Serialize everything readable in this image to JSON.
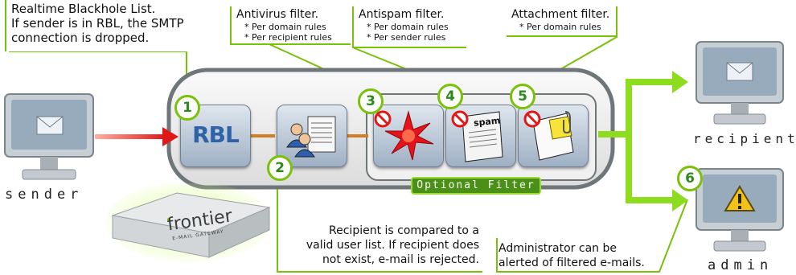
{
  "callouts": {
    "rbl": {
      "title": "Realtime Blackhole List.",
      "line2": "If sender is in RBL, the SMTP",
      "line3": "connection is dropped."
    },
    "antivirus": {
      "title": "Antivirus filter.",
      "rule1": "* Per domain rules",
      "rule2": "* Per recipient rules"
    },
    "antispam": {
      "title": "Antispam filter.",
      "rule1": "* Per domain rules",
      "rule2": "* Per sender rules"
    },
    "attachment": {
      "title": "Attachment filter.",
      "rule1": "* Per domain rules"
    },
    "recipient_check": {
      "line1": "Recipient is compared to a",
      "line2": "valid user list. If recipient does",
      "line3": "not exist, e-mail is rejected."
    },
    "admin_alert": {
      "line1": "Administrator can be",
      "line2": "alerted of filtered e-mails."
    }
  },
  "steps": [
    "1",
    "2",
    "3",
    "4",
    "5",
    "6"
  ],
  "tiles": {
    "rbl_label": "RBL",
    "spam_label": "spam"
  },
  "optional_filter": "Optional Filter",
  "endpoints": {
    "sender": "sender",
    "recipient": "recipient",
    "admin": "admin"
  },
  "appliance": {
    "brand": "frontier",
    "tagline": "E-MAIL GATEWAY"
  },
  "colors": {
    "accent_green": "#7ac10a",
    "arrow_red": "#e01818",
    "arrow_green": "#8edc1e"
  },
  "icons": [
    "envelope-icon",
    "warning-icon",
    "blocked-icon",
    "user-list-icon",
    "virus-icon",
    "spam-document-icon",
    "attachment-icon"
  ]
}
